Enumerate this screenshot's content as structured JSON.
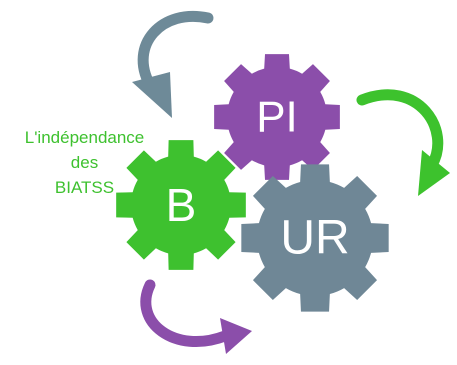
{
  "colors": {
    "purple": "#8b4eaa",
    "green": "#3ec12f",
    "slate": "#6f8796",
    "arrow_slate": "#6e8a98",
    "arrow_green": "#3dc22d",
    "arrow_purple": "#8b4eaa"
  },
  "caption": {
    "line1": "L'indépendance",
    "line2": "des",
    "line3": "BIATSS"
  },
  "gears": {
    "pi": {
      "label": "PI",
      "color": "purple"
    },
    "b": {
      "label": "B",
      "color": "green"
    },
    "ur": {
      "label": "UR",
      "color": "slate"
    }
  },
  "icons": {
    "top_arrow": "curved-arrow-icon",
    "right_arrow": "curved-arrow-icon",
    "bottom_arrow": "curved-arrow-icon"
  }
}
